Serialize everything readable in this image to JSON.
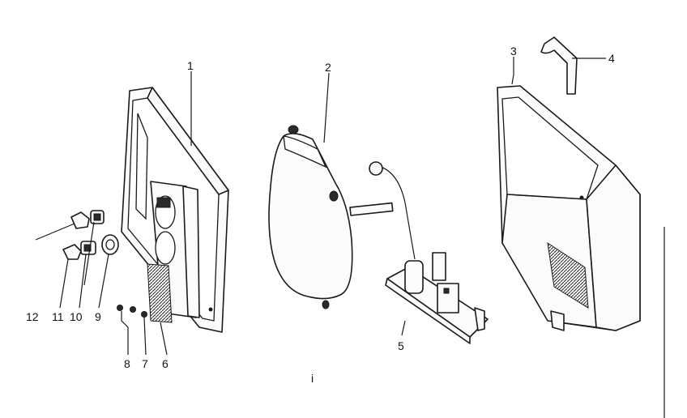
{
  "callouts": [
    {
      "id": "1",
      "text": "1"
    },
    {
      "id": "2",
      "text": "2"
    },
    {
      "id": "3",
      "text": "3"
    },
    {
      "id": "4",
      "text": "4"
    },
    {
      "id": "5",
      "text": "5"
    },
    {
      "id": "6",
      "text": "6"
    },
    {
      "id": "7",
      "text": "7"
    },
    {
      "id": "8",
      "text": "8"
    },
    {
      "id": "9",
      "text": "9"
    },
    {
      "id": "10",
      "text": "10"
    },
    {
      "id": "11",
      "text": "11"
    },
    {
      "id": "12",
      "text": "12"
    }
  ],
  "stray_mark": "i"
}
